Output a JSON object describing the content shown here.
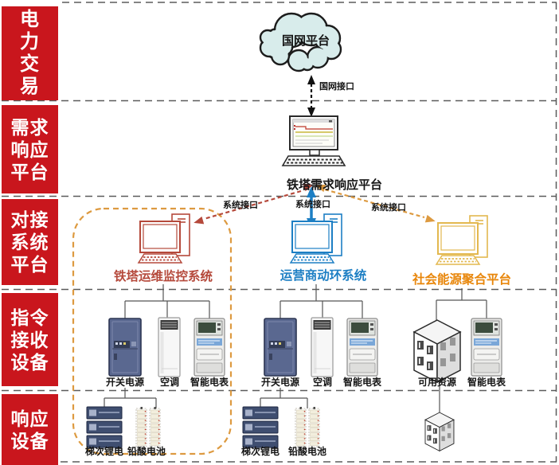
{
  "colors": {
    "sidebar_red": "#c9161d",
    "tower_red": "#b5493b",
    "operator_blue": "#1d7fc4",
    "social_orange": "#e8860a",
    "highlight_orange": "#dd9a40",
    "cloud_fill": "#d8eceb",
    "line_gray": "#555555"
  },
  "sidebar": {
    "bands": [
      {
        "label": "电力交易",
        "lines": [
          "电",
          "力",
          "交",
          "易"
        ]
      },
      {
        "label": "需求响应平台",
        "lines": [
          "需求",
          "响应",
          "平台"
        ]
      },
      {
        "label": "对接系统平台",
        "lines": [
          "对接",
          "系统",
          "平台"
        ]
      },
      {
        "label": "指令接收设备",
        "lines": [
          "指令",
          "接收",
          "设备"
        ]
      },
      {
        "label": "响应设备",
        "lines": [
          "响应",
          "设备"
        ]
      }
    ]
  },
  "cloud": {
    "label": "国网平台"
  },
  "interfaces": {
    "grid": "国网接口",
    "system": "系统接口"
  },
  "platform": {
    "label": "铁塔需求响应平台"
  },
  "systems": [
    {
      "name": "铁塔运维监控系统",
      "color": "#b5493b"
    },
    {
      "name": "运营商动环系统",
      "color": "#1d7fc4"
    },
    {
      "name": "社会能源聚合平台",
      "color": "#e8860a"
    }
  ],
  "equipment": {
    "column1": [
      "开关电源",
      "空调",
      "智能电表"
    ],
    "column2": [
      "开关电源",
      "空调",
      "智能电表"
    ],
    "column3": [
      "可用资源",
      "智能电表"
    ]
  },
  "responders": {
    "column1": [
      "梯次锂电",
      "铅酸电池"
    ],
    "column2": [
      "梯次锂电",
      "铅酸电池"
    ]
  }
}
